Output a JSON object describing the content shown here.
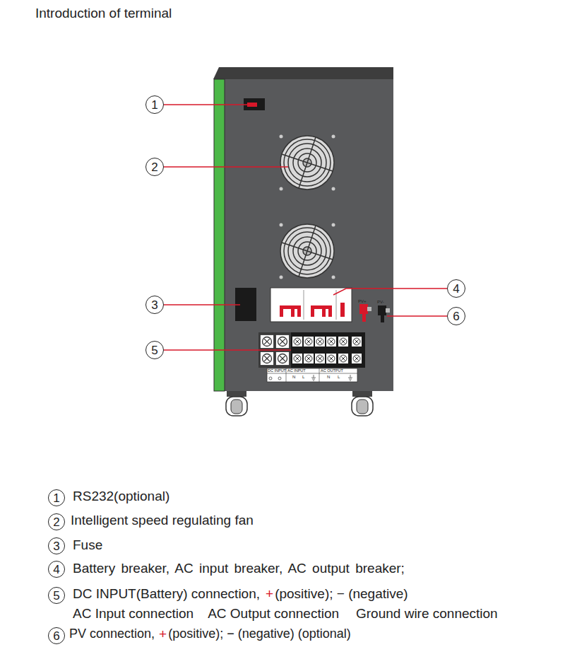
{
  "diagram": {
    "title": "Introduction of terminal",
    "nodes": [
      {
        "text": [
          "1"
        ]
      },
      {
        "text": [
          "2"
        ]
      },
      {
        "text": [
          "3"
        ]
      },
      {
        "text": [
          "4"
        ]
      },
      {
        "text": [
          "5"
        ]
      },
      {
        "text": [
          "6"
        ]
      },
      {
        "text": [
          "1"
        ]
      },
      {
        "text": [
          "2"
        ]
      },
      {
        "text": [
          "3"
        ]
      },
      {
        "text": [
          "4"
        ]
      },
      {
        "text": [
          "5"
        ]
      },
      {
        "text": [
          "6"
        ]
      }
    ],
    "labels": [
      "RS232(optional)",
      "Intelligent speed regulating fan",
      "Fuse",
      "Battery breaker, AC input breaker, AC output breaker;",
      "DC INPUT(Battery) connection,",
      "+",
      "(positive); − (negative)",
      "AC Input connection",
      "AC Output connection",
      "Ground wire connection",
      "PV connection,",
      "+",
      "(positive); − (negative) (optional)",
      "PV+",
      "PV-",
      "DC INPUT",
      "AC INPUT",
      "AC OUTPUT",
      "N",
      "L",
      "N",
      "L"
    ]
  }
}
